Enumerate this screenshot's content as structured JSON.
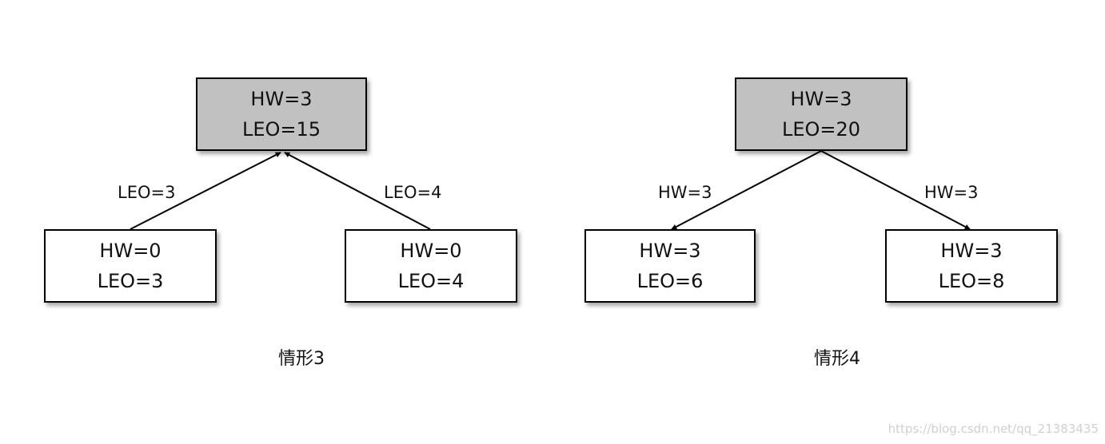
{
  "scenario3": {
    "leader": {
      "hw": "HW=3",
      "leo": "LEO=15"
    },
    "follower_left": {
      "hw": "HW=0",
      "leo": "LEO=3"
    },
    "follower_right": {
      "hw": "HW=0",
      "leo": "LEO=4"
    },
    "edge_left_label": "LEO=3",
    "edge_right_label": "LEO=4",
    "caption": "情形3"
  },
  "scenario4": {
    "leader": {
      "hw": "HW=3",
      "leo": "LEO=20"
    },
    "follower_left": {
      "hw": "HW=3",
      "leo": "LEO=6"
    },
    "follower_right": {
      "hw": "HW=3",
      "leo": "LEO=8"
    },
    "edge_left_label": "HW=3",
    "edge_right_label": "HW=3",
    "caption": "情形4"
  },
  "watermark": "https://blog.csdn.net/qq_21383435",
  "colors": {
    "leader_fill": "#c1c1c1",
    "follower_fill": "#ffffff",
    "stroke": "#000000"
  }
}
